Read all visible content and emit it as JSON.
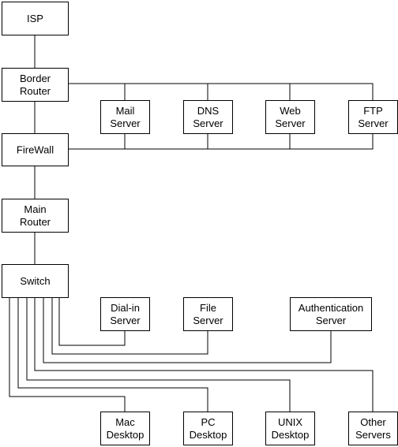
{
  "nodes": {
    "isp": {
      "lines": [
        "ISP"
      ]
    },
    "border_router": {
      "lines": [
        "Border",
        "Router"
      ]
    },
    "mail_server": {
      "lines": [
        "Mail",
        "Server"
      ]
    },
    "dns_server": {
      "lines": [
        "DNS",
        "Server"
      ]
    },
    "web_server": {
      "lines": [
        "Web",
        "Server"
      ]
    },
    "ftp_server": {
      "lines": [
        "FTP",
        "Server"
      ]
    },
    "firewall": {
      "lines": [
        "FireWall"
      ]
    },
    "main_router": {
      "lines": [
        "Main",
        "Router"
      ]
    },
    "switch": {
      "lines": [
        "Switch"
      ]
    },
    "dialin_server": {
      "lines": [
        "Dial-in",
        "Server"
      ]
    },
    "file_server": {
      "lines": [
        "File",
        "Server"
      ]
    },
    "auth_server": {
      "lines": [
        "Authentication",
        "Server"
      ]
    },
    "mac_desktop": {
      "lines": [
        "Mac",
        "Desktop"
      ]
    },
    "pc_desktop": {
      "lines": [
        "PC",
        "Desktop"
      ]
    },
    "unix_desktop": {
      "lines": [
        "UNIX",
        "Desktop"
      ]
    },
    "other_servers": {
      "lines": [
        "Other",
        "Servers"
      ]
    }
  },
  "links": [
    [
      "isp",
      "border_router"
    ],
    [
      "border_router",
      "mail_server"
    ],
    [
      "border_router",
      "dns_server"
    ],
    [
      "border_router",
      "web_server"
    ],
    [
      "border_router",
      "ftp_server"
    ],
    [
      "firewall",
      "mail_server"
    ],
    [
      "firewall",
      "dns_server"
    ],
    [
      "firewall",
      "web_server"
    ],
    [
      "firewall",
      "ftp_server"
    ],
    [
      "border_router",
      "firewall"
    ],
    [
      "firewall",
      "main_router"
    ],
    [
      "main_router",
      "switch"
    ],
    [
      "switch",
      "dialin_server"
    ],
    [
      "switch",
      "file_server"
    ],
    [
      "switch",
      "auth_server"
    ],
    [
      "switch",
      "mac_desktop"
    ],
    [
      "switch",
      "pc_desktop"
    ],
    [
      "switch",
      "unix_desktop"
    ],
    [
      "switch",
      "other_servers"
    ]
  ],
  "colors": {
    "line": "#000000",
    "box_fill": "#ffffff",
    "box_stroke": "#000000",
    "text": "#000000"
  }
}
